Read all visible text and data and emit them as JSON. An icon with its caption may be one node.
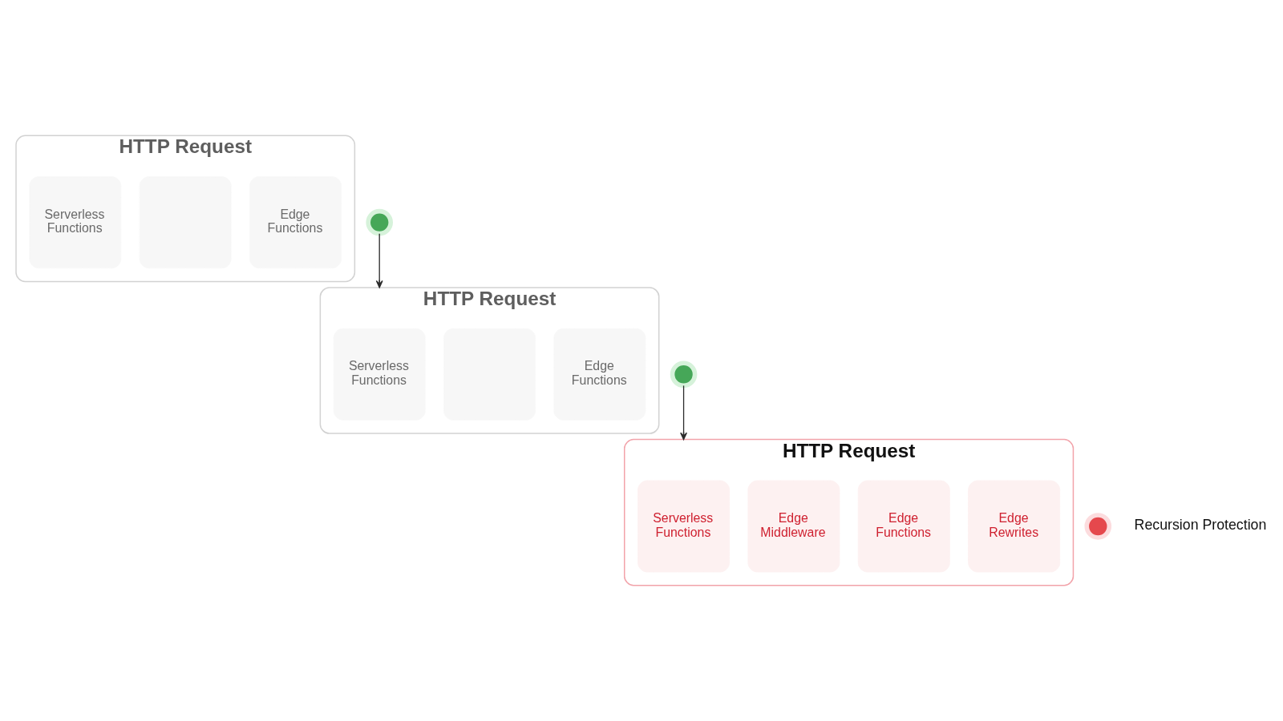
{
  "diagram": {
    "nodes": [
      {
        "text": [
          "HTTP Request"
        ]
      },
      {
        "text": [
          "Serverless Functions"
        ],
        "in": 0
      },
      {
        "text": [],
        "shape": "box",
        "in": 0
      },
      {
        "text": [
          "Edge Functions"
        ],
        "in": 0
      },
      {
        "text": [],
        "shape": "circle"
      },
      {
        "text": [
          "HTTP Request"
        ]
      },
      {
        "text": [
          "Serverless Functions"
        ],
        "in": 5
      },
      {
        "text": [],
        "shape": "box",
        "in": 5
      },
      {
        "text": [
          "Edge Functions"
        ],
        "in": 5
      },
      {
        "text": [],
        "shape": "circle"
      },
      {
        "text": [
          "HTTP Request"
        ]
      },
      {
        "text": [
          "Serverless Functions"
        ],
        "in": 10
      },
      {
        "text": [
          "Edge Middleware"
        ],
        "in": 10
      },
      {
        "text": [
          "Edge Functions"
        ],
        "in": 10
      },
      {
        "text": [
          "Edge Rewrites"
        ],
        "in": 10
      },
      {
        "text": [],
        "shape": "circle"
      }
    ],
    "edges": [
      {
        "from": 4,
        "to": 5,
        "arrow": "to"
      },
      {
        "from": 9,
        "to": 10,
        "arrow": "to"
      }
    ],
    "labels": [
      "Recursion Protection"
    ]
  }
}
